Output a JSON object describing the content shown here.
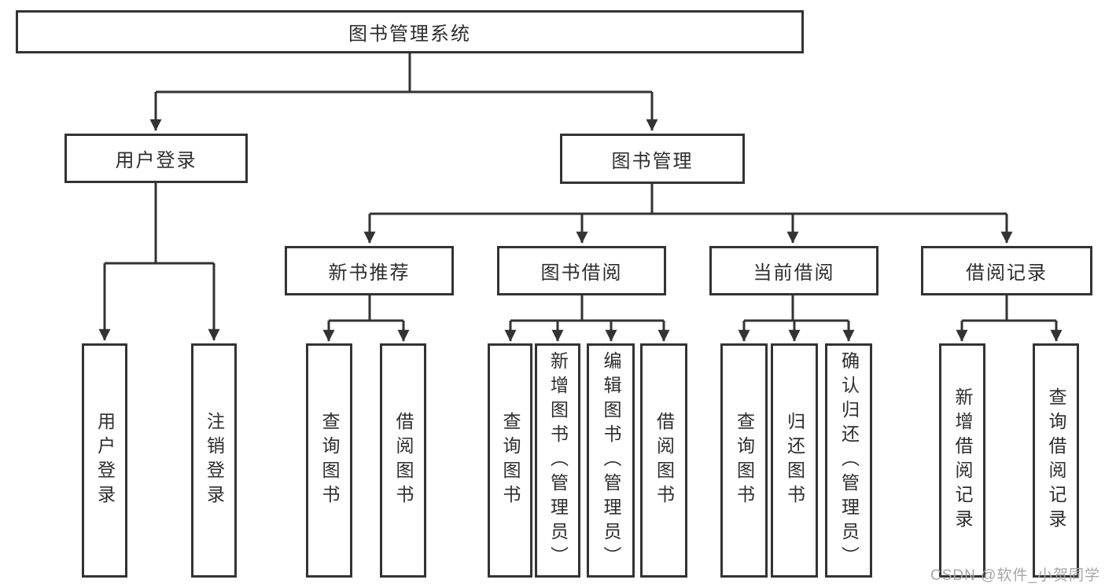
{
  "diagram": {
    "title": "图书管理系统",
    "level2": [
      {
        "label": "用户登录"
      },
      {
        "label": "图书管理"
      }
    ],
    "level3": [
      {
        "label": "新书推荐"
      },
      {
        "label": "图书借阅"
      },
      {
        "label": "当前借阅"
      },
      {
        "label": "借阅记录"
      }
    ],
    "leaves": [
      {
        "label": "用户登录"
      },
      {
        "label": "注销登录"
      },
      {
        "label": "查询图书"
      },
      {
        "label": "借阅图书"
      },
      {
        "label": "查询图书"
      },
      {
        "label": "新增图书（管理员）"
      },
      {
        "label": "编辑图书（管理员）"
      },
      {
        "label": "借阅图书"
      },
      {
        "label": "查询图书"
      },
      {
        "label": "归还图书"
      },
      {
        "label": "确认归还（管理员）"
      },
      {
        "label": "新增借阅记录"
      },
      {
        "label": "查询借阅记录"
      }
    ]
  },
  "watermark": {
    "text": "CSDN @软件_小贺同学"
  },
  "colors": {
    "line": "#333333",
    "box_border": "#333333",
    "text": "#2d2d2d",
    "watermark": "#a6a6a6",
    "background": "#ffffff"
  }
}
